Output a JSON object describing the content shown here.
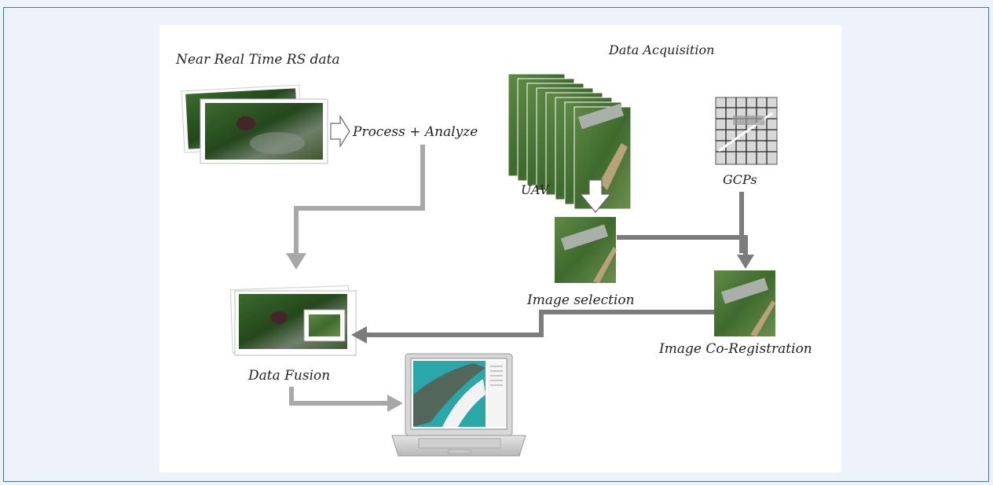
{
  "diagram": {
    "labels": {
      "near_real_time": "Near Real Time RS data",
      "data_acquisition": "Data Acquisition",
      "process_analyze": "Process + Analyze",
      "uav": "UAV",
      "gcps": "GCPs",
      "image_selection": "Image selection",
      "image_coregistration": "Image Co-Registration",
      "data_fusion": "Data Fusion"
    },
    "colors": {
      "arrow": "#a8a8a8",
      "arrow_dark": "#7c7c7c",
      "vegetation": "#3f6b2a",
      "water": "#2aa7a8",
      "frame": "#4a6fb3"
    }
  }
}
